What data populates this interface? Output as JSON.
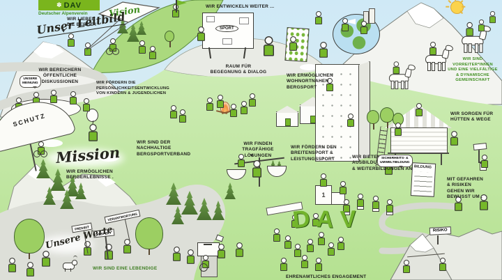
{
  "title": "Unser Leitbild — Deutscher Alpenverein",
  "logo": {
    "edelweiss_icon": "✽",
    "acronym": "DAV",
    "subtitle": "Deutscher Alpenverein"
  },
  "script_labels": {
    "leitbild": "Unser Leitbild",
    "vision": "Vision",
    "mission": "Mission",
    "werte": "Unsere Werte"
  },
  "captions": {
    "lieben_berge": "WIR LIEBEN\nDIE BERGE !",
    "entwickeln": "WIR ENTWICKELN WEITER ...",
    "bereichern": "WIR BEREICHERN\nÖFFENTLICHE DISKUSSIONEN",
    "persoenlichkeit": "WIR FÖRDERN DIE PERSÖNLICHKEITSENTWICKLUNG\nVON KINDERN & JUGENDLICHEN",
    "raum": "RAUM FÜR\nBEGEGNUNG & DIALOG",
    "wohnortnah": "WIR ERMÖGLICHEN\nWOHNORTNAHEN\nBERGSPORT",
    "vorreiter": "WIR SIND\nVORREITER*INNEN\nUND EINE VIELFÄLTIGE\n& DYNAMISCHE GEMEINSCHAFT",
    "huetten": "WIR SORGEN FÜR\nHÜTTEN & WEGE",
    "nachhaltig": "WIR SIND DER\nNACHHALTIGE\nBERGSPORTVERBAND",
    "bergerlebnisse": "WIR ERMÖGLICHEN\nBERGERLEBNISSE .",
    "tragfaehig": "WIR FINDEN TRAGFÄHIGE\nLÖSUNGEN",
    "breitensport": "WIR FÖRDERN DEN\nBREITENSPORT &\nLEISTUNGSSPORT",
    "ausbildungen": "WIR BIETEN\nAUSBILDUNGEN\n& WEITERBILDUNGEN AN",
    "gefahren": "MIT GEFAHREN\n& RISIKEN\nGEHEN WIR\nBEWUSST UM .",
    "lebendige": "WIR SIND EINE LEBENDIGE",
    "ehrenamt": "EHRENAMTLICHES ENGAGEMENT"
  },
  "bubbles": {
    "meinung": "UNSERE\nMEINUNG",
    "sicherheit": "SICHERHEITS- &\nUMWELTBILDUNG"
  },
  "signs": {
    "schutz": "SCHUTZ",
    "sport": "SPORT",
    "bildung": "BILDUNG",
    "risiko": "RISIKO",
    "podium_rank": "1",
    "dav_letters": [
      "D",
      "A",
      "V"
    ]
  },
  "values_flags": {
    "freiheit": "FREIHEIT",
    "respekt": "RESPEKT",
    "verantwortung": "VERANTWORTUNG"
  },
  "colors": {
    "brand_green": "#76b82a",
    "caption_green": "#3e8e1f",
    "ink": "#1d1d1b",
    "sky": "#cfe9f6",
    "meadow": "#c9e9ab"
  }
}
